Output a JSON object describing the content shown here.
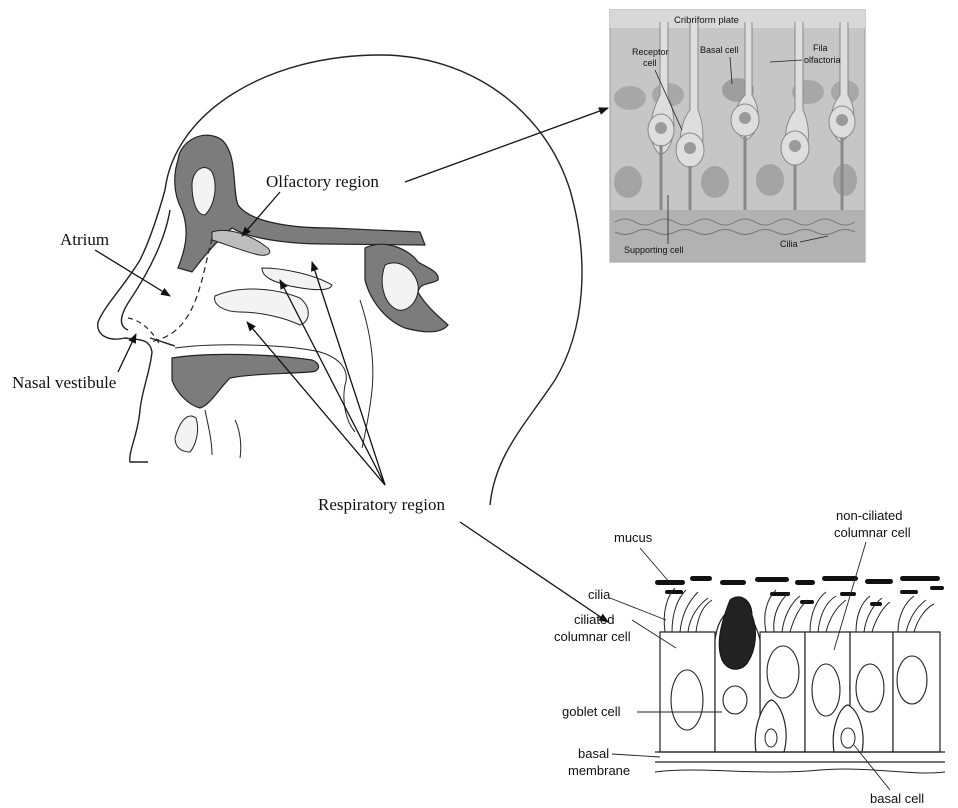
{
  "head_labels": {
    "olfactory": "Olfactory region",
    "atrium": "Atrium",
    "vestibule": "Nasal vestibule",
    "respiratory": "Respiratory region"
  },
  "olfactory_inset": {
    "cribriform": "Cribriform plate",
    "receptor_line1": "Receptor",
    "receptor_line2": "cell",
    "basal": "Basal cell",
    "fila_line1": "Fila",
    "fila_line2": "olfactoria",
    "supporting": "Supporting cell",
    "cilia": "Cilia"
  },
  "respiratory_inset": {
    "mucus": "mucus",
    "noncil_line1": "non-ciliated",
    "noncil_line2": "columnar cell",
    "cilia": "cilia",
    "ciliated_line1": "ciliated",
    "ciliated_line2": "columnar cell",
    "goblet": "goblet cell",
    "basal_line1": "basal",
    "basal_line2": "membrane",
    "basal_cell": "basal cell"
  },
  "colors": {
    "bone": "#7c7c7c",
    "sinus": "#f3f3f3",
    "inset_bg": "#c6c6c6",
    "cell": "#dedede",
    "nucleus": "#9a9a9a"
  }
}
